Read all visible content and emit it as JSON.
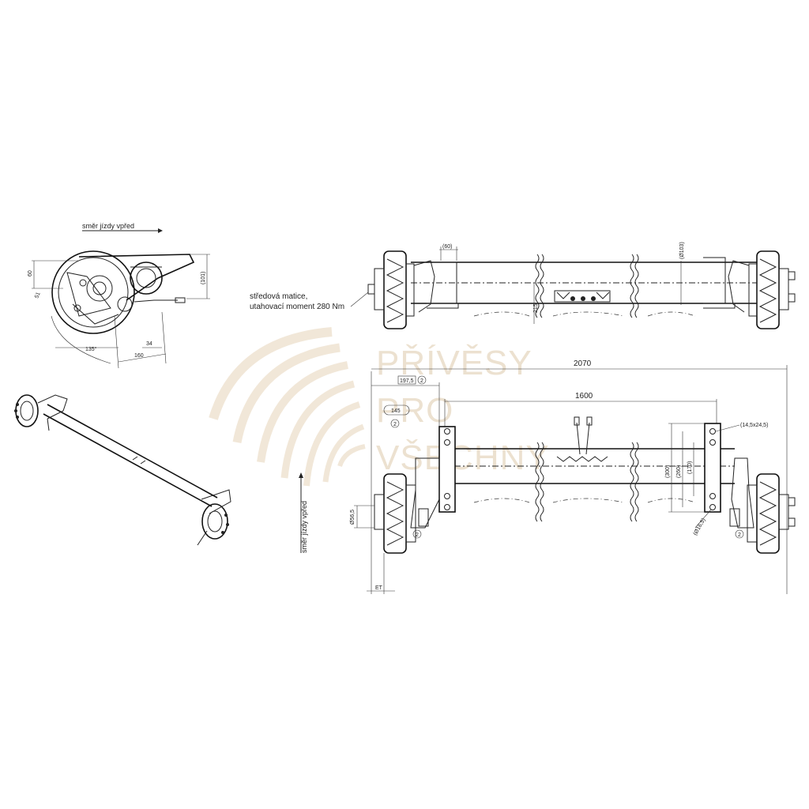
{
  "labels": {
    "direction_top": "směr jízdy vpřed",
    "direction_left": "směr jízdy vpřed",
    "nut_line1": "středová matice,",
    "nut_line2": "utahovací moment 280 Nm"
  },
  "dimensions": {
    "side_60": "60",
    "side_101": "(101)",
    "side_51": "51",
    "side_135": "135°",
    "side_160": "160",
    "side_34": "34",
    "top_60": "(60)",
    "top_103": "(Ø103)",
    "top_215": "215",
    "overall_2070": "2070",
    "track_1600": "1600",
    "bracket_1975": "197,5",
    "slot_145": "145",
    "note_2": "2",
    "bolt_holes": "(14,5x24,5)",
    "h_300": "(300)",
    "h_260": "(260)",
    "h_170": "(170)",
    "hole_d": "(Ø16,5)",
    "drum_565": "Ø56,5",
    "offset_e": "ET"
  },
  "watermark": {
    "line1": "PŘÍVĚSY",
    "line2": "PRO",
    "line3": "VŠECHNY"
  },
  "colors": {
    "line": "#222222",
    "watermark": "#e9dcc8"
  }
}
